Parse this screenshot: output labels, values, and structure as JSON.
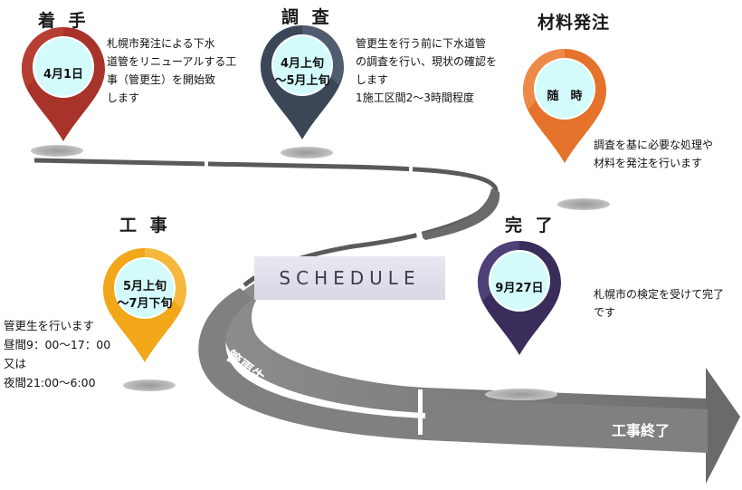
{
  "road": {
    "start_label": "管更生",
    "end_label": "工事終了"
  },
  "schedule_label": "SCHEDULE",
  "stages": {
    "chakushu": {
      "title": "着 手",
      "date": "4月1日",
      "color": "#b03a2e",
      "description": "札幌市発注による下水\n道管をリニューアルする工\n事（管更生）を開始致\nします"
    },
    "chousa": {
      "title": "調 査",
      "date": "4月上旬\n～5月上旬",
      "color": "#3f4a5c",
      "description": "管更生を行う前に下水道管\nの調査を行い、現状の確認を\nします\n1施工区間2～3時間程度"
    },
    "zairyou": {
      "title": "材料発注",
      "date": "随　時",
      "color": "#e8782e",
      "description": "調査を基に必要な処理や\n材料を発注を行います"
    },
    "kouji": {
      "title": "工 事",
      "date": "5月上旬\n～7月下旬",
      "color": "#f2a61a",
      "description": "管更生を行います\n昼間9：00～17：00\n又は\n夜間21:00～6:00"
    },
    "kanryou": {
      "title": "完 了",
      "date": "9月27日",
      "color": "#3c2f5e",
      "description": "札幌市の検定を受けて完了\nです"
    }
  }
}
